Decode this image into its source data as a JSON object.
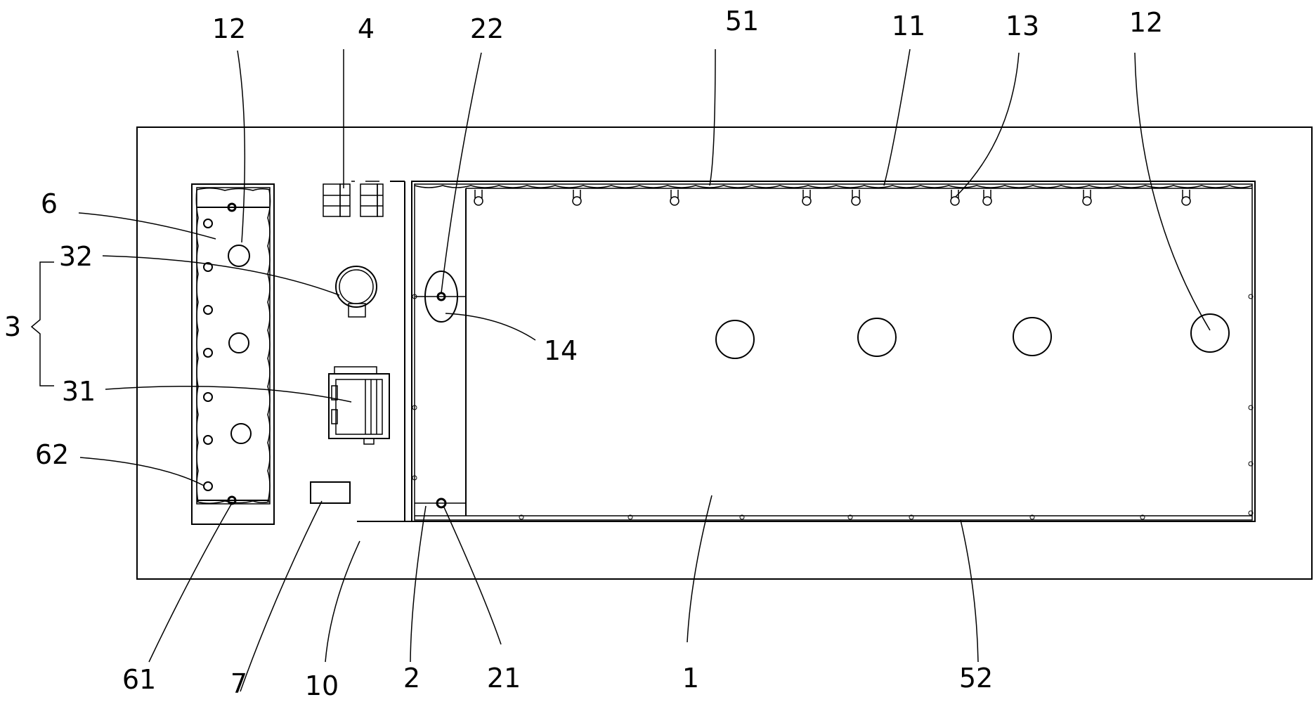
{
  "figure": {
    "stroke_color": "#000000",
    "background_color": "#ffffff",
    "labels": {
      "l12_left": "12",
      "l4": "4",
      "l22": "22",
      "l51": "51",
      "l11": "11",
      "l13": "13",
      "l12_right": "12",
      "l6": "6",
      "l32": "32",
      "l3": "3",
      "l14": "14",
      "l31": "31",
      "l62": "62",
      "l61": "61",
      "l7": "7",
      "l10": "10",
      "l2": "2",
      "l21": "21",
      "l1": "1",
      "l52": "52"
    }
  }
}
